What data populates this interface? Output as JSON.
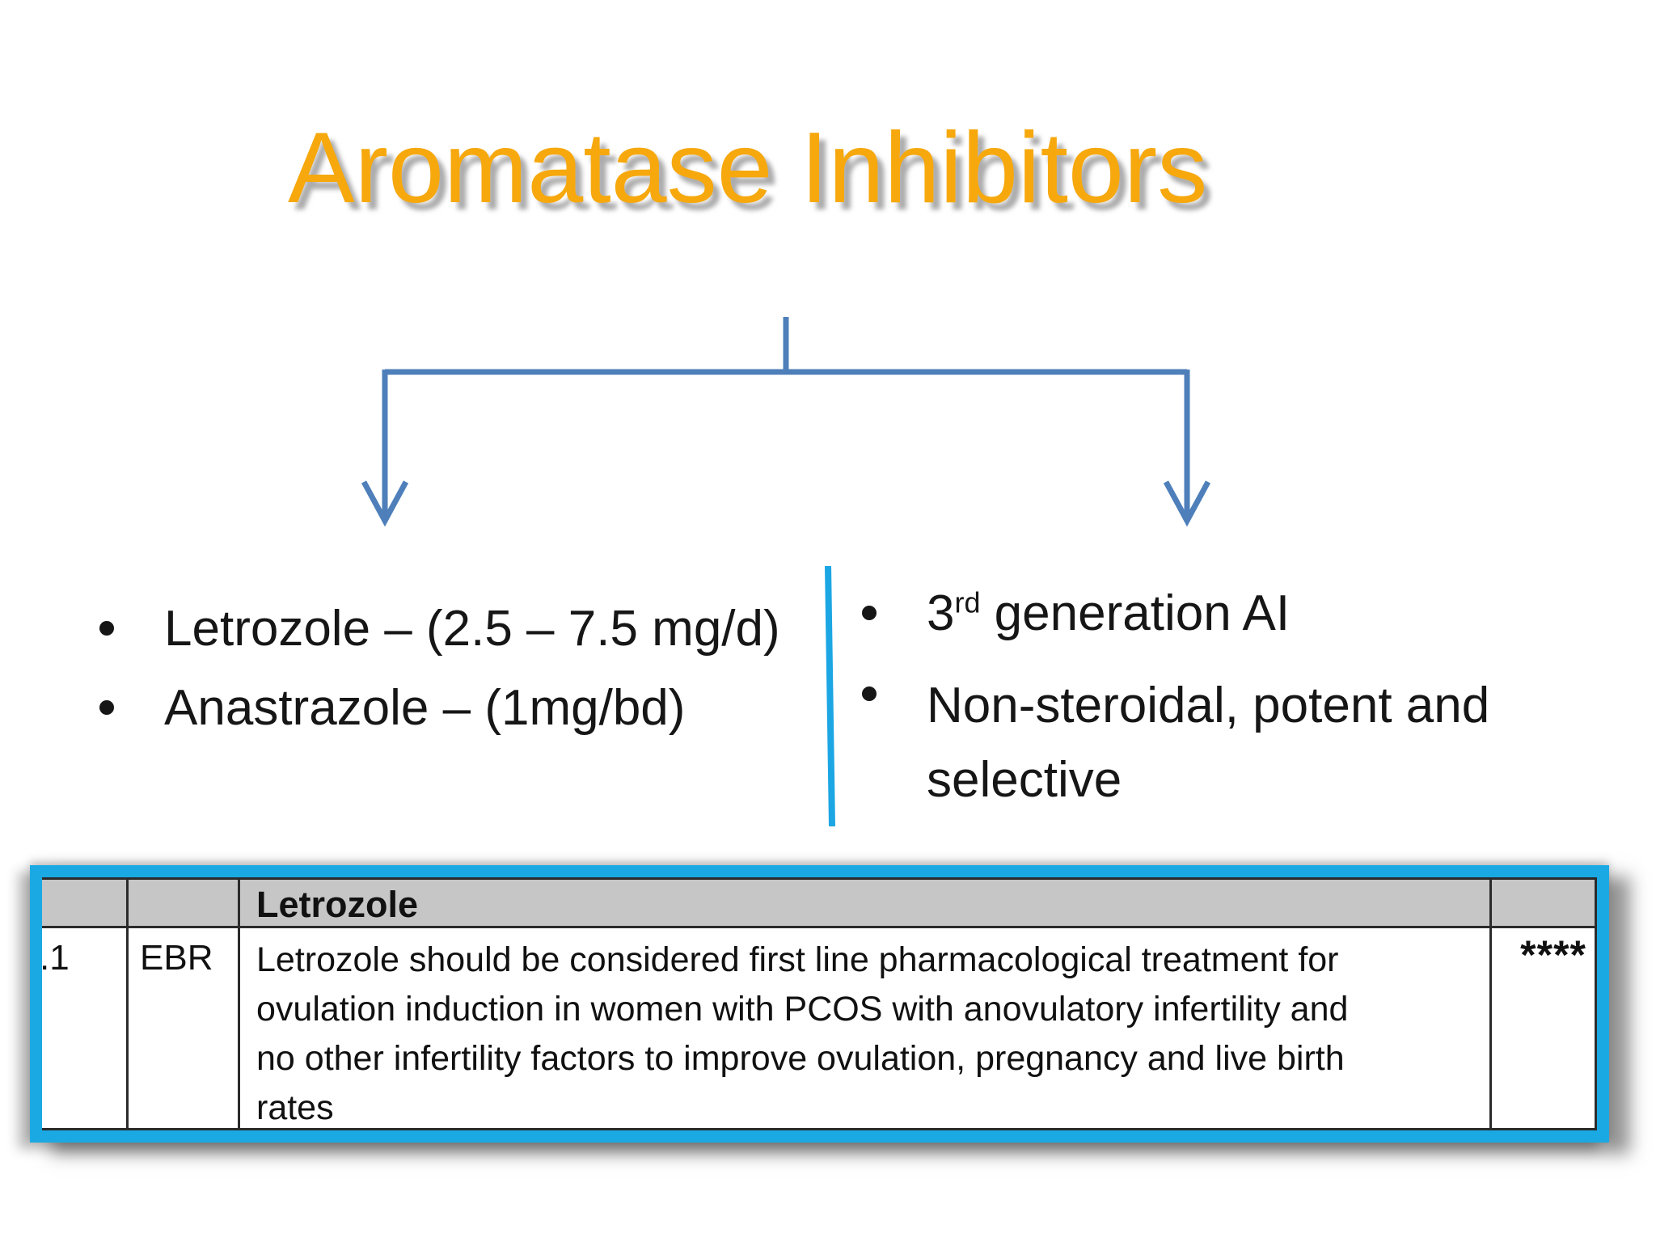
{
  "title": "Aromatase Inhibitors",
  "colors": {
    "title_gold": "#F6A80D",
    "connector_blue": "#4E7FBA",
    "azure_divider": "#1CA6E3",
    "table_frame_blue": "#1BA9E4",
    "table_header_gray": "#C6C6C6",
    "text_black": "#161616"
  },
  "left_list": {
    "item1": "Letrozole – (2.5 – 7.5 mg/d)",
    "item2": "Anastrazole – (1mg/bd)"
  },
  "right_list": {
    "item1_num": "3",
    "item1_sup": "rd",
    "item1_rest": " generation AI",
    "item2_line1": "Non-steroidal, potent and",
    "item2_line2": "selective"
  },
  "table": {
    "header_col3": "Letrozole",
    "row": {
      "col1": ".1",
      "col2": "EBR",
      "col3_lines": [
        "Letrozole should be considered first line pharmacological treatment for",
        "ovulation induction in women with PCOS with anovulatory infertility and",
        "no other infertility factors to improve ovulation, pregnancy and live birth",
        "rates"
      ],
      "col4": "****"
    }
  }
}
